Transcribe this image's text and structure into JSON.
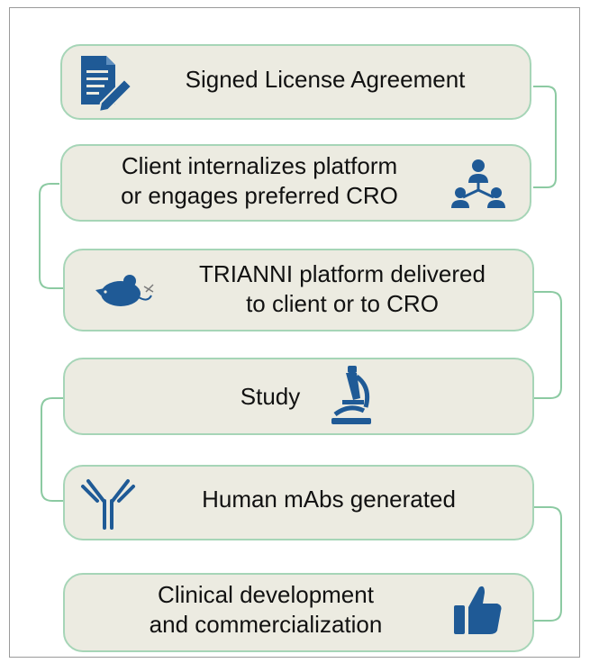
{
  "steps": [
    {
      "line1": "Signed License Agreement",
      "icon": "document-pen-icon"
    },
    {
      "line1": "Client internalizes platform",
      "line2": "or engages preferred CRO",
      "icon": "org-chart-icon"
    },
    {
      "line1": "TRIANNI platform delivered",
      "line2": "to client or to CRO",
      "icon": "mouse-icon"
    },
    {
      "line1": "Study",
      "icon": "microscope-icon"
    },
    {
      "line1": "Human mAbs generated",
      "icon": "antibody-icon"
    },
    {
      "line1": "Clinical development",
      "line2": "and commercialization",
      "icon": "thumbs-up-icon"
    }
  ],
  "colors": {
    "box_fill": "#ecebe1",
    "box_border": "#a6d5b7",
    "connector": "#8ccaa2",
    "icon": "#1f5a96"
  }
}
